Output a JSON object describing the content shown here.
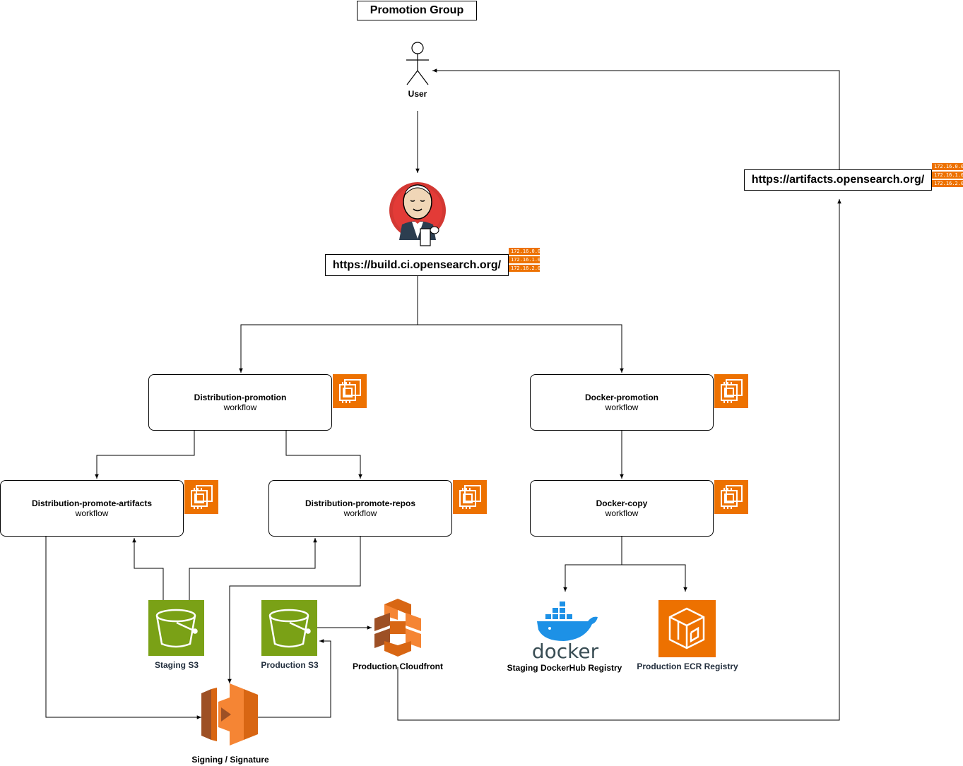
{
  "title": "Promotion Group",
  "user": {
    "label": "User"
  },
  "jenkins": {
    "url": "https://build.ci.opensearch.org/"
  },
  "artifacts": {
    "url": "https://artifacts.opensearch.org/"
  },
  "ip_labels": [
    "172.16.0.0",
    "172.16.1.0",
    "172.16.2.0"
  ],
  "workflows": {
    "distribution_promotion": {
      "name": "Distribution-promotion",
      "type": "workflow"
    },
    "docker_promotion": {
      "name": "Docker-promotion",
      "type": "workflow"
    },
    "distribution_promote_artifacts": {
      "name": "Distribution-promote-artifacts",
      "type": "workflow"
    },
    "distribution_promote_repos": {
      "name": "Distribution-promote-repos",
      "type": "workflow"
    },
    "docker_copy": {
      "name": "Docker-copy",
      "type": "workflow"
    }
  },
  "resources": {
    "staging_s3": "Staging S3",
    "production_s3": "Production S3",
    "production_cloudfront": "Production Cloudfront",
    "signing": "Signing / Signature",
    "staging_dockerhub": "Staging DockerHub Registry",
    "docker_logo_text": "docker",
    "production_ecr": "Production ECR Registry"
  },
  "colors": {
    "aws_orange": "#ed7100",
    "s3_green": "#7aa116",
    "docker_blue": "#1d91e6",
    "jenkins_red": "#d33833"
  },
  "icons": [
    "user-actor-icon",
    "jenkins-icon",
    "ec2-instance-icon",
    "s3-bucket-icon",
    "cloudfront-icon",
    "lambda-icon",
    "docker-icon",
    "ecr-icon"
  ]
}
